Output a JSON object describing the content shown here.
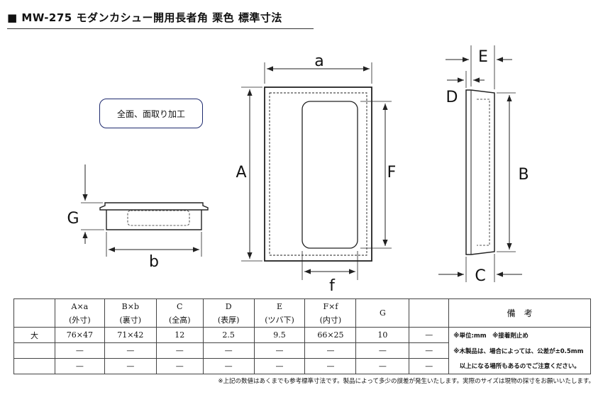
{
  "title": "■ MW-275 モダンカシュー開用長者角 栗色 標準寸法",
  "note": "全面、面取り加工",
  "labels": {
    "a": "a",
    "A": "A",
    "F": "F",
    "f": "f",
    "E": "E",
    "D": "D",
    "B": "B",
    "C": "C",
    "G": "G",
    "b": "b"
  },
  "table": {
    "headers": [
      {
        "top": "A×a",
        "bottom": "(外寸)"
      },
      {
        "top": "B×b",
        "bottom": "(裏寸)"
      },
      {
        "top": "C",
        "bottom": "(全高)"
      },
      {
        "top": "D",
        "bottom": "(表厚)"
      },
      {
        "top": "E",
        "bottom": "(ツバ下)"
      },
      {
        "top": "F×f",
        "bottom": "(内寸)"
      },
      {
        "top": "G",
        "bottom": ""
      },
      {
        "top": "",
        "bottom": ""
      }
    ],
    "remarks_header": "備　考",
    "rows": [
      {
        "label": "大",
        "cells": [
          "76×47",
          "71×42",
          "12",
          "2.5",
          "9.5",
          "66×25",
          "10",
          "—"
        ]
      },
      {
        "label": "",
        "cells": [
          "—",
          "—",
          "—",
          "—",
          "—",
          "—",
          "—",
          "—"
        ]
      },
      {
        "label": "",
        "cells": [
          "—",
          "—",
          "—",
          "—",
          "—",
          "—",
          "—",
          "—"
        ]
      }
    ],
    "remarks": [
      "※単位:mm　※接着剤止め",
      "※木製品は、場合によっては、公差が±0.5mm",
      "　以上になる場所もあるのでご注意ください。"
    ]
  },
  "footnote": "※上記の数値はあくまでも参考標準寸法です。製品によって多少の誤差が発生いたします。実際のサイズは現物の採寸をお願いいたします。"
}
